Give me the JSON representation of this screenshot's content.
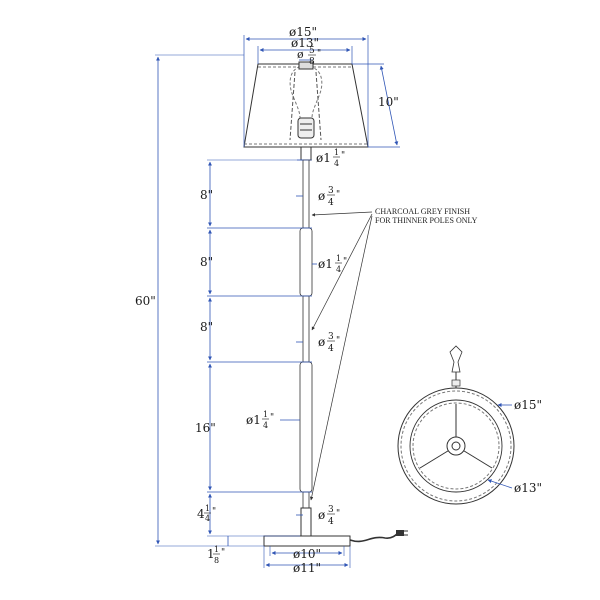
{
  "colors": {
    "dimension_line": "#2f55b5",
    "outline": "#333333",
    "dashed": "#777777",
    "text": "#1a1a1a"
  },
  "shade": {
    "top_dia": "ø13\"",
    "bottom_dia": "ø15\"",
    "fitter_dia": "ø",
    "fitter_num": "5",
    "fitter_den": "8",
    "fitter_unit": "\"",
    "height": "10\""
  },
  "pole": {
    "top_cap_dia": "ø1",
    "top_cap_num": "1",
    "top_cap_den": "4",
    "top_cap_unit": "\"",
    "seg1_dia": "ø",
    "seg1_num": "3",
    "seg1_den": "4",
    "seg1_unit": "\"",
    "seg2_dia": "ø1",
    "seg2_num": "1",
    "seg2_den": "4",
    "seg2_unit": "\"",
    "seg3_dia": "ø",
    "seg3_num": "3",
    "seg3_den": "4",
    "seg3_unit": "\"",
    "seg4_dia": "ø1",
    "seg4_num": "1",
    "seg4_den": "4",
    "seg4_unit": "\"",
    "seg5_dia": "ø",
    "seg5_num": "3",
    "seg5_den": "4",
    "seg5_unit": "\""
  },
  "heights": {
    "h1": "8\"",
    "h2": "8\"",
    "h3": "8\"",
    "h4": "16\"",
    "h5_whole": "4",
    "h5_num": "1",
    "h5_den": "4",
    "h5_unit": "\"",
    "total": "60\"",
    "base_whole": "1",
    "base_num": "1",
    "base_den": "8",
    "base_unit": "\""
  },
  "base": {
    "top_dia": "ø10\"",
    "bottom_dia": "ø11\""
  },
  "note": {
    "line1": "CHARCOAL GREY FINISH",
    "line2": "FOR THINNER POLES ONLY"
  },
  "top_view": {
    "outer_dia": "ø15\"",
    "inner_dia": "ø13\""
  }
}
